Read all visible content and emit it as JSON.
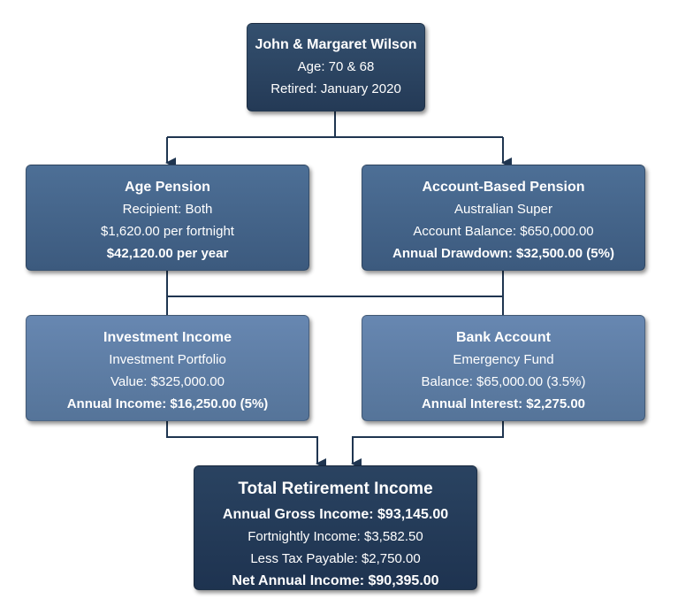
{
  "household": {
    "name": "John & Margaret Wilson",
    "ages": "Age: 70 & 68",
    "retired": "Retired: January 2020"
  },
  "age_pension": {
    "title": "Age Pension",
    "recipient": "Recipient: Both",
    "fortnightly": "$1,620.00 per fortnight",
    "yearly": "$42,120.00 per year"
  },
  "account_based_pension": {
    "title": "Account-Based Pension",
    "provider": "Australian Super",
    "balance": "Account Balance: $650,000.00",
    "drawdown": "Annual Drawdown: $32,500.00 (5%)"
  },
  "investment_income": {
    "title": "Investment Income",
    "type": "Investment Portfolio",
    "value": "Value: $325,000.00",
    "annual_income": "Annual Income: $16,250.00 (5%)"
  },
  "bank_account": {
    "title": "Bank Account",
    "purpose": "Emergency Fund",
    "balance": "Balance: $65,000.00 (3.5%)",
    "annual_interest": "Annual Interest: $2,275.00"
  },
  "total": {
    "title": "Total Retirement Income",
    "gross": "Annual Gross Income: $93,145.00",
    "fortnightly": "Fortnightly Income: $3,582.50",
    "tax": "Less Tax Payable: $2,750.00",
    "net": "Net Annual Income: $90,395.00"
  },
  "colors": {
    "connector": "#1f3550",
    "household_box": "#2b4563",
    "income_box": "#466789",
    "asset_box": "#5e7fa6",
    "total_box": "#243b58"
  }
}
